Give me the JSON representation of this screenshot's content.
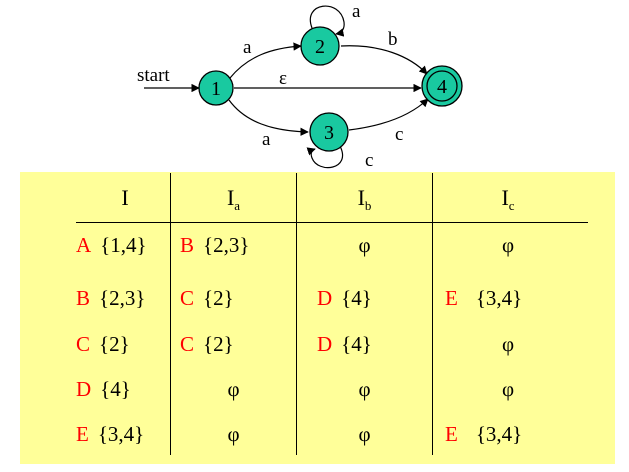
{
  "diagram": {
    "start_label": "start",
    "nodes": [
      {
        "id": "1",
        "label": "1",
        "accepting": false
      },
      {
        "id": "2",
        "label": "2",
        "accepting": false
      },
      {
        "id": "3",
        "label": "3",
        "accepting": false
      },
      {
        "id": "4",
        "label": "4",
        "accepting": true
      }
    ],
    "edges": [
      {
        "from": "1",
        "to": "2",
        "label": "a"
      },
      {
        "from": "2",
        "to": "2",
        "label": "a"
      },
      {
        "from": "2",
        "to": "4",
        "label": "b"
      },
      {
        "from": "1",
        "to": "4",
        "label": "ε"
      },
      {
        "from": "1",
        "to": "3",
        "label": "a"
      },
      {
        "from": "3",
        "to": "3",
        "label": "c"
      },
      {
        "from": "3",
        "to": "4",
        "label": "c"
      }
    ],
    "node_color": "#19c9a0"
  },
  "table": {
    "headers": [
      {
        "base": "I",
        "sub": ""
      },
      {
        "base": "I",
        "sub": "a"
      },
      {
        "base": "I",
        "sub": "b"
      },
      {
        "base": "I",
        "sub": "c"
      }
    ],
    "rows": [
      [
        {
          "label": "A",
          "set": "{1,4}"
        },
        {
          "label": "B",
          "set": "{2,3}"
        },
        {
          "label": "",
          "set": "φ"
        },
        {
          "label": "",
          "set": "φ"
        }
      ],
      [
        {
          "label": "B",
          "set": "{2,3}"
        },
        {
          "label": "C",
          "set": "{2}"
        },
        {
          "label": "D",
          "set": "{4}"
        },
        {
          "label": "E",
          "set": "{3,4}"
        }
      ],
      [
        {
          "label": "C",
          "set": "{2}"
        },
        {
          "label": "C",
          "set": "{2}"
        },
        {
          "label": "D",
          "set": "{4}"
        },
        {
          "label": "",
          "set": "φ"
        }
      ],
      [
        {
          "label": "D",
          "set": "{4}"
        },
        {
          "label": "",
          "set": "φ"
        },
        {
          "label": "",
          "set": "φ"
        },
        {
          "label": "",
          "set": "φ"
        }
      ],
      [
        {
          "label": "E",
          "set": "{3,4}"
        },
        {
          "label": "",
          "set": "φ"
        },
        {
          "label": "",
          "set": "φ"
        },
        {
          "label": "E",
          "set": "{3,4}"
        }
      ]
    ],
    "background": "#ffff99",
    "label_color": "#ff0000"
  }
}
